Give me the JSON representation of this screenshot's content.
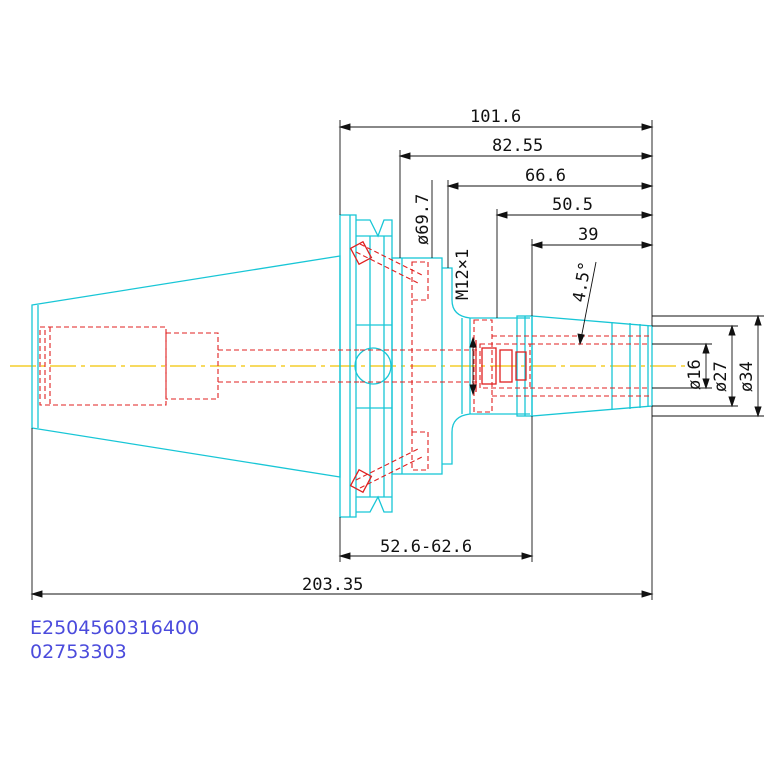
{
  "colors": {
    "outline": "#18c6d6",
    "hidden": "#e02020",
    "centerline": "#f2c400",
    "dimension": "#111111",
    "code_text": "#4b4bdc",
    "background": "#ffffff"
  },
  "dimensions": {
    "d_101_6": "101.6",
    "d_82_55": "82.55",
    "d_66_6": "66.6",
    "d_50_5": "50.5",
    "d_39": "39",
    "dia_69_7": "ø69.7",
    "thread": "M12×1",
    "angle": "4.5°",
    "dia_16": "ø16",
    "dia_27": "ø27",
    "dia_34": "ø34",
    "range": "52.6-62.6",
    "overall": "203.35"
  },
  "codes": {
    "part_code": "E2504560316400",
    "serial": "02753303"
  }
}
